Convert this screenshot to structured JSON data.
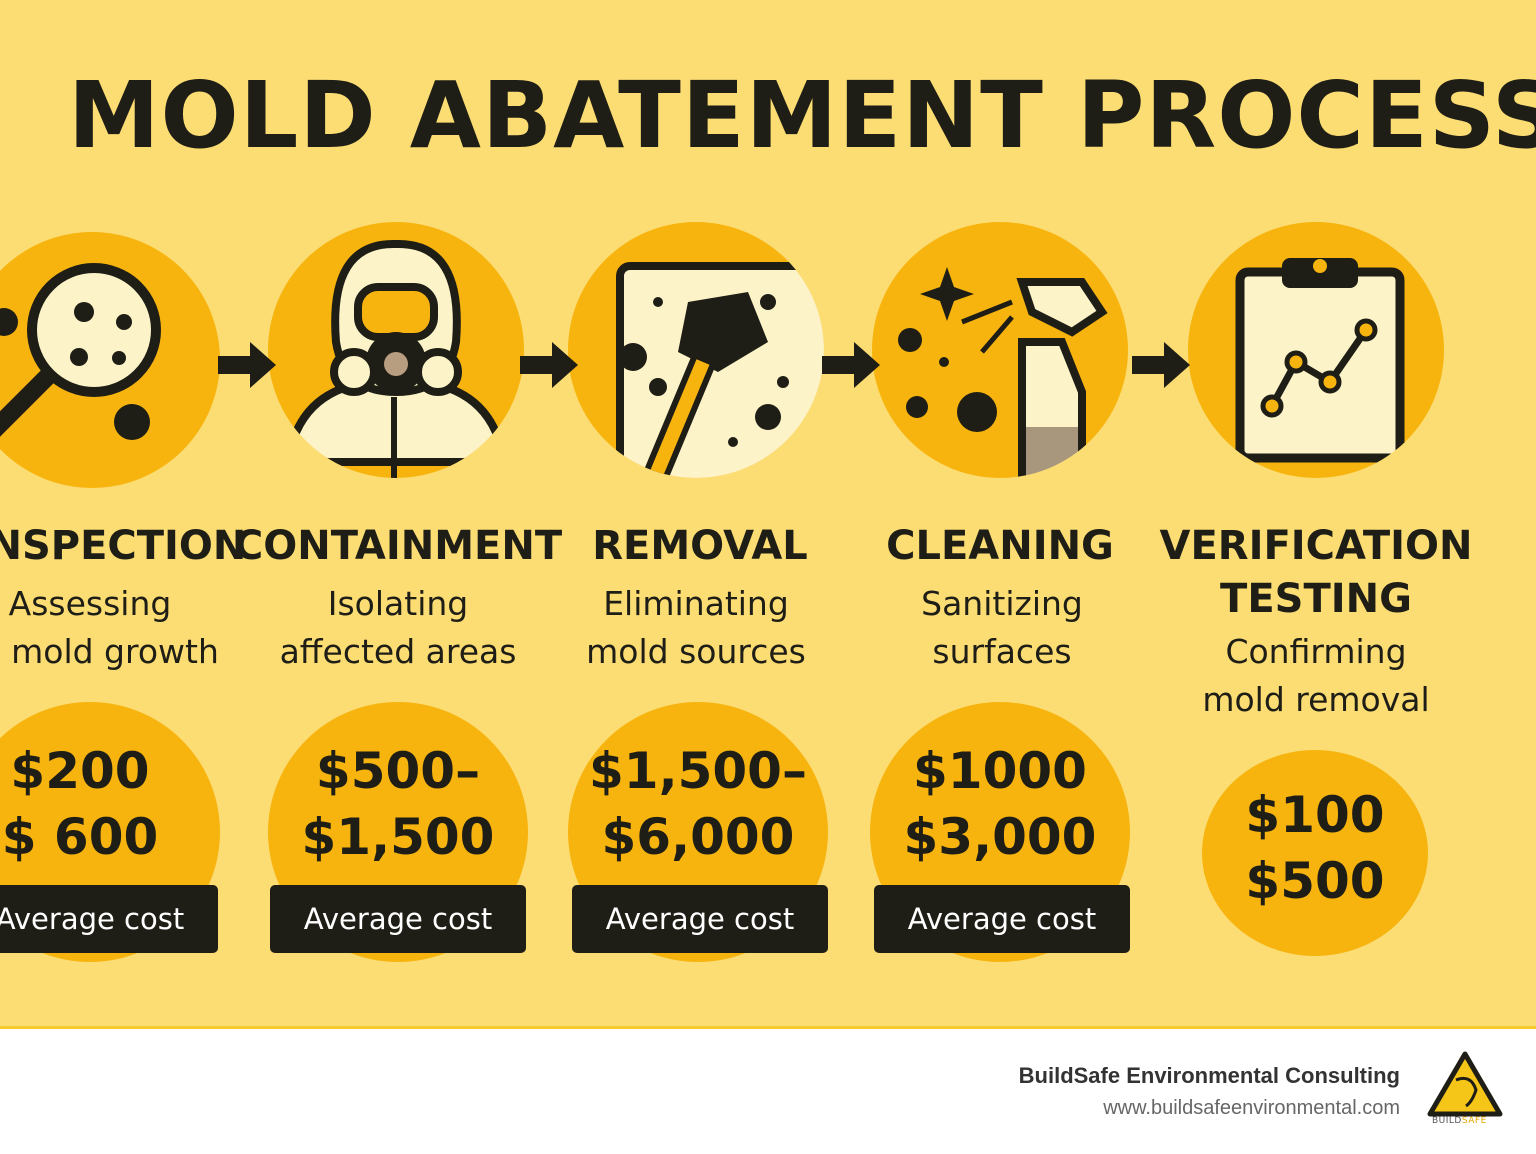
{
  "title": "MOLD ABATEMENT PROCESS",
  "colors": {
    "background": "#FCDD74",
    "accent": "#F8B40E",
    "dark": "#1E1E16"
  },
  "steps": [
    {
      "icon": "magnifier-mold-icon",
      "title": "INSPECTION",
      "desc1": "Assessing",
      "desc2": "mold growth",
      "cost1": "$200",
      "cost2": "$ 600",
      "cost_label": "Average cost"
    },
    {
      "icon": "hazmat-respirator-icon",
      "title": "CONTAINMENT",
      "desc1": "Isolating",
      "desc2": "affected areas",
      "cost1": "$500–",
      "cost2": "$1,500",
      "cost_label": "Average cost"
    },
    {
      "icon": "scraper-wall-icon",
      "title": "REMOVAL",
      "desc1": "Eliminating",
      "desc2": "mold sources",
      "cost1": "$1,500–",
      "cost2": "$6,000",
      "cost_label": "Average cost"
    },
    {
      "icon": "spray-bottle-icon",
      "title": "CLEANING",
      "desc1": "Sanitizing",
      "desc2": "surfaces",
      "cost1": "$1000",
      "cost2": "$3,000",
      "cost_label": "Average cost"
    },
    {
      "icon": "clipboard-chart-icon",
      "title1": "VERIFICATION",
      "title2": "TESTING",
      "desc1": "Confirming",
      "desc2": "mold removal",
      "cost1": "$100",
      "cost2": "$500"
    }
  ],
  "footer": {
    "company": "BuildSafe Environmental Consulting",
    "url": "www.buildsafeenvironmental.com",
    "logo_text_1": "BUILD",
    "logo_text_2": "SAFE"
  }
}
